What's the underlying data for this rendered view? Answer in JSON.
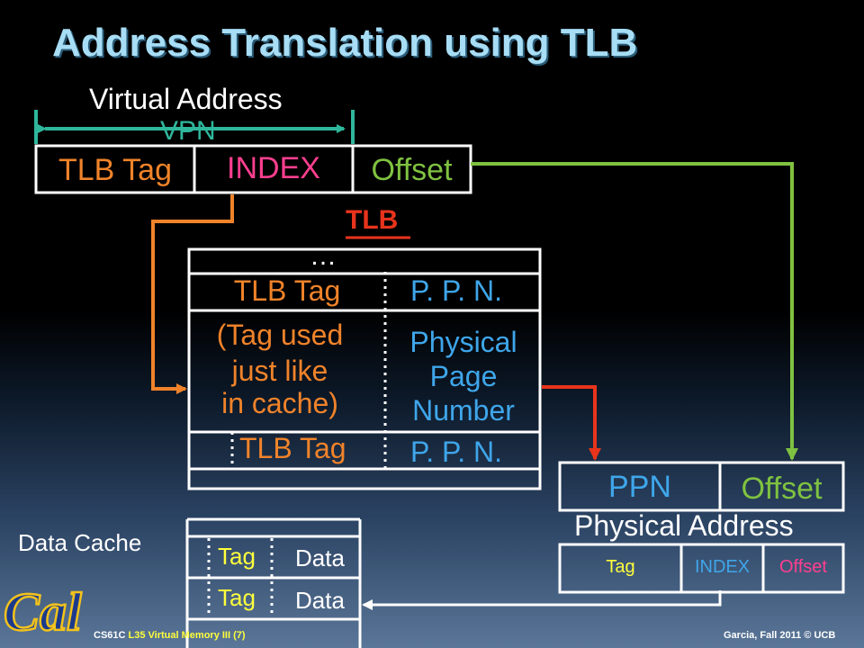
{
  "title": "Address Translation using TLB",
  "virtual_address": {
    "label": "Virtual Address",
    "vpn_label": "VPN",
    "fields": [
      "TLB Tag",
      "INDEX",
      "Offset"
    ]
  },
  "tlb": {
    "label": "TLB",
    "ellipsis": "…",
    "row1": {
      "tag": "TLB Tag",
      "ppn": "P. P. N."
    },
    "middle": {
      "tag_lines": [
        "(Tag used",
        "just like",
        "in cache)"
      ],
      "ppn_lines": [
        "Physical",
        "Page",
        "Number"
      ]
    },
    "row3": {
      "tag": "TLB Tag",
      "ppn": "P. P. N."
    }
  },
  "physical_address": {
    "label": "Physical Address",
    "fields": [
      "PPN",
      "Offset"
    ],
    "cache_fields": [
      "Tag",
      "INDEX",
      "Offset"
    ]
  },
  "data_cache": {
    "label": "Data Cache",
    "rows": [
      {
        "tag": "Tag",
        "data": "Data"
      },
      {
        "tag": "Tag",
        "data": "Data"
      }
    ]
  },
  "footer": {
    "course": "CS61C",
    "lecture": "L35 Virtual Memory III",
    "slide_num": "(7)",
    "credit": "Garcia, Fall 2011 © UCB"
  },
  "logo": {
    "text": "Cal"
  },
  "colors": {
    "title": "#a7ddf5",
    "orange": "#f0832a",
    "pink": "#ff3f8f",
    "green": "#7fc241",
    "teal": "#2fb79c",
    "blue": "#3fa6ea",
    "red": "#e8341c",
    "yellow": "#ffff3c"
  }
}
